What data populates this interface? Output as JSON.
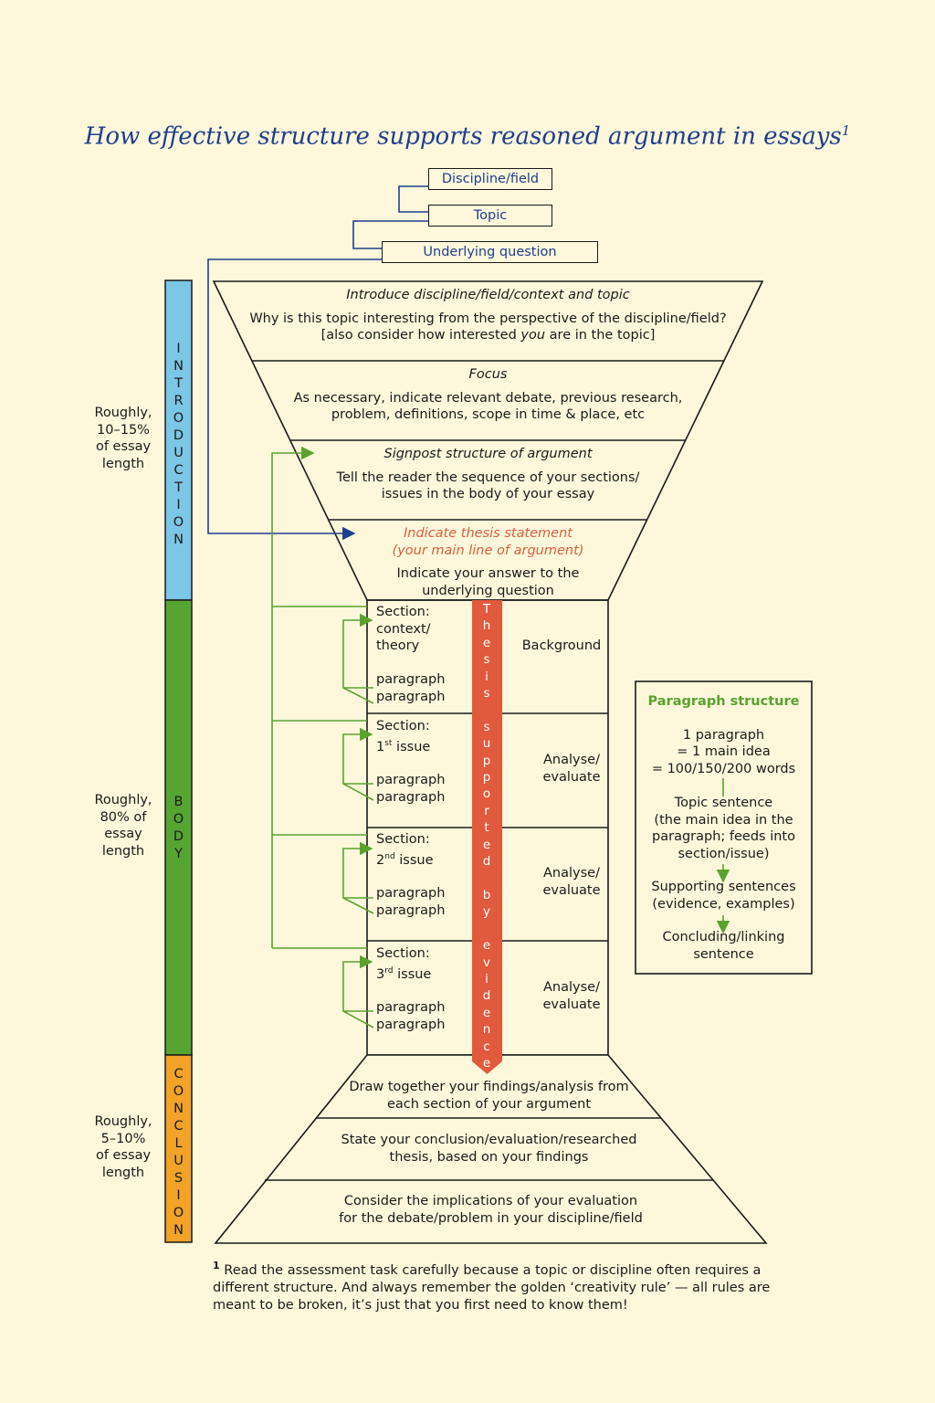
{
  "title": "How effective structure supports reasoned argument in essays",
  "title_footnote_mark": "1",
  "header_boxes": {
    "discipline": "Discipline/field",
    "topic": "Topic",
    "question": "Underlying question"
  },
  "side_bars": {
    "introduction": "INTRODUCTION",
    "body": "BODY",
    "conclusion": "CONCLUSION"
  },
  "side_notes": {
    "intro": [
      "Roughly,",
      "10–15%",
      "of essay",
      "length"
    ],
    "body": [
      "Roughly,",
      "80% of",
      "essay",
      "length"
    ],
    "conclusion": [
      "Roughly,",
      "5–10%",
      "of essay",
      "length"
    ]
  },
  "intro_tiers": {
    "t1_heading": "Introduce discipline/field/context and topic",
    "t1_line1": "Why is this topic interesting from the perspective of the discipline/field?",
    "t1_line2_a": "[also consider how interested ",
    "t1_line2_b": "you",
    "t1_line2_c": " are in the topic]",
    "t2_heading": "Focus",
    "t2_line1": "As necessary, indicate relevant debate, previous research,",
    "t2_line2": "problem, definitions, scope in time & place, etc",
    "t3_heading": "Signpost structure of argument",
    "t3_line1": "Tell the reader the sequence of your sections/",
    "t3_line2": "issues in the body of your essay",
    "t4_heading1": "Indicate thesis statement",
    "t4_heading2": "(your main line of argument)",
    "t4_line1": "Indicate your answer to the",
    "t4_line2": "underlying question"
  },
  "body_sections": [
    {
      "label1": "Section:",
      "label2": "context/",
      "label3": "theory",
      "sup": "",
      "para1": "paragraph",
      "para2": "paragraph",
      "right1": "Background",
      "right2": ""
    },
    {
      "label1": "Section:",
      "label2": "1",
      "label3": " issue",
      "sup": "st",
      "para1": "paragraph",
      "para2": "paragraph",
      "right1": "Analyse/",
      "right2": "evaluate"
    },
    {
      "label1": "Section:",
      "label2": "2",
      "label3": " issue",
      "sup": "nd",
      "para1": "paragraph",
      "para2": "paragraph",
      "right1": "Analyse/",
      "right2": "evaluate"
    },
    {
      "label1": "Section:",
      "label2": "3",
      "label3": " issue",
      "sup": "rd",
      "para1": "paragraph",
      "para2": "paragraph",
      "right1": "Analyse/",
      "right2": "evaluate"
    }
  ],
  "thesis_bar": "Thesis supported by evidence",
  "conclusion_tiers": {
    "c1_line1": "Draw together your findings/analysis from",
    "c1_line2": "each section of your argument",
    "c2_line1": "State your conclusion/evaluation/researched",
    "c2_line2": "thesis, based on your findings",
    "c3_line1": "Consider the implications of your evaluation",
    "c3_line2": "for the debate/problem in your discipline/field"
  },
  "paragraph_structure": {
    "heading": "Paragraph structure",
    "b1_line1": "1 paragraph",
    "b1_line2": "= 1 main idea",
    "b1_line3": "= 100/150/200 words",
    "b2_line1": "Topic sentence",
    "b2_line2": "(the main idea in the",
    "b2_line3": "paragraph; feeds into",
    "b2_line4": "section/issue)",
    "b3_line1": "Supporting sentences",
    "b3_line2": "(evidence, examples)",
    "b4_line1": "Concluding/linking",
    "b4_line2": "sentence"
  },
  "footnote": {
    "mark": "1",
    "text": "Read the assessment task carefully because a topic or discipline often requires a different structure. And always remember the golden ‘creativity rule’ — all rules are meant to be broken, it’s just that you first need to know them!"
  },
  "colors": {
    "blue_line": "#1f3e8c",
    "green_line": "#5aa22e",
    "intro_bar": "#7cc6e6",
    "body_bar": "#56a533",
    "conclusion_bar": "#f2a328",
    "thesis_bar": "#e15a3e",
    "background": "#fdf8dc"
  }
}
